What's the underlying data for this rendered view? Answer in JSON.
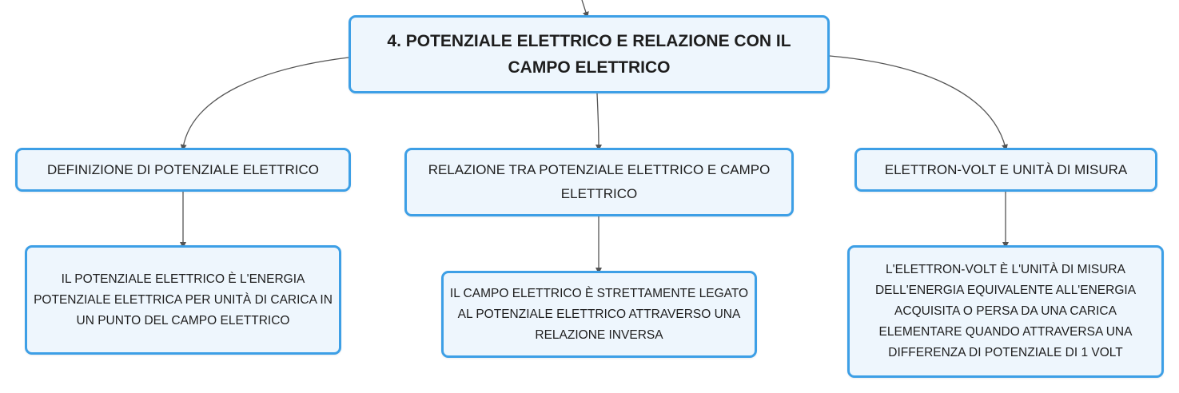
{
  "map": {
    "central": {
      "title": "4. POTENZIALE ELETTRICO E RELAZIONE CON IL CAMPO ELETTRICO"
    },
    "branches": [
      {
        "heading": "DEFINIZIONE DI POTENZIALE ELETTRICO",
        "detail": "IL POTENZIALE ELETTRICO È L'ENERGIA POTENZIALE ELETTRICA PER UNITÀ DI CARICA IN UN PUNTO DEL CAMPO ELETTRICO"
      },
      {
        "heading": "RELAZIONE TRA POTENZIALE ELETTRICO E CAMPO ELETTRICO",
        "detail": "IL CAMPO ELETTRICO È STRETTAMENTE LEGATO AL POTENZIALE ELETTRICO ATTRAVERSO UNA RELAZIONE INVERSA"
      },
      {
        "heading": "ELETTRON-VOLT E UNITÀ DI MISURA",
        "detail": "L'ELETTRON-VOLT È L'UNITÀ DI MISURA DELL'ENERGIA EQUIVALENTE ALL'ENERGIA ACQUISITA O PERSA DA UNA CARICA ELEMENTARE QUANDO ATTRAVERSA UNA DIFFERENZA DI POTENZIALE DI 1 VOLT"
      }
    ]
  },
  "colors": {
    "node_border": "#3d9fe6",
    "node_fill": "#eef6fd",
    "connector": "#555555",
    "text": "#1e1e1e"
  }
}
